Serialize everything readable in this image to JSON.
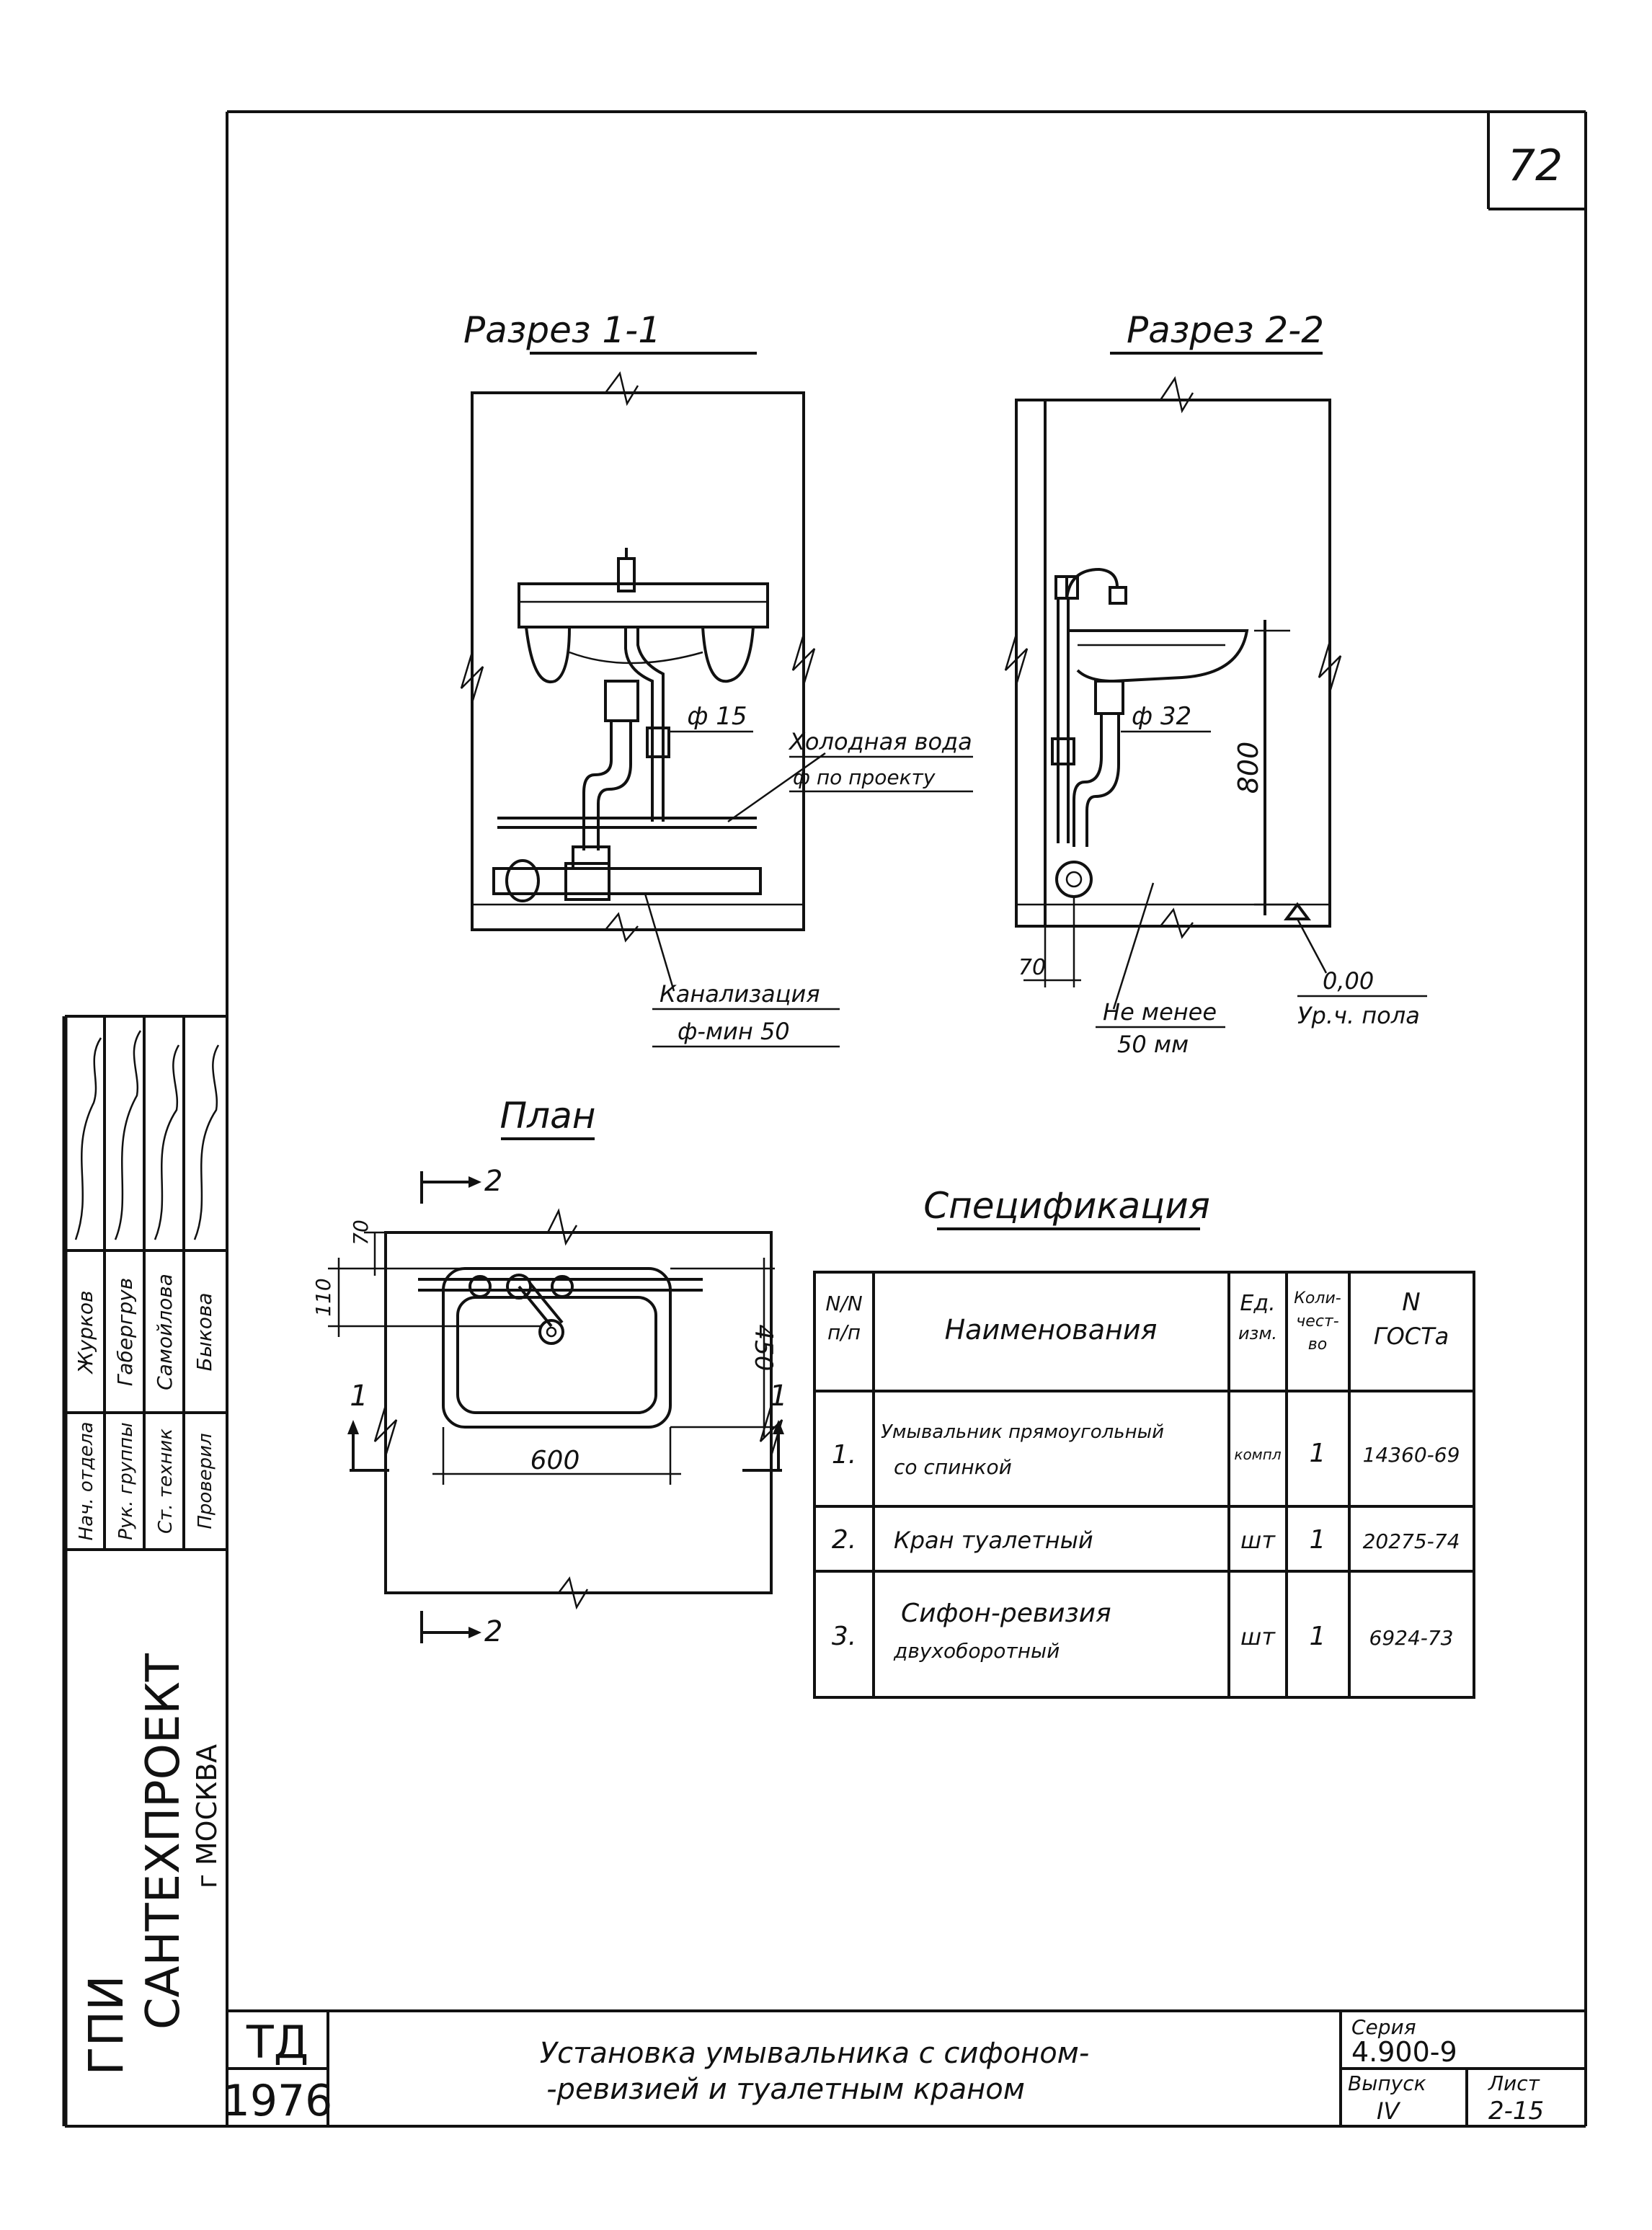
{
  "sheet": {
    "number": "72"
  },
  "section_1_1": {
    "title": "Разрез 1-1",
    "pipe_dia_label": "ф 15",
    "cold_water_label": "Холодная вода",
    "cold_water_note": "ф по проекту",
    "sewer_label": "Канализация",
    "sewer_note": "ф-мин 50"
  },
  "section_2_2": {
    "title": "Разрез 2-2",
    "siphon_dia_label": "ф 32",
    "height_dim": "800",
    "offset_dim": "70",
    "clearance_label": "Не менее",
    "clearance_value": "50 мм",
    "floor_level_value": "0,00",
    "floor_level_label": "Ур.ч. пола"
  },
  "plan": {
    "title": "План",
    "cut_mark_top": "2",
    "cut_mark_bottom": "2",
    "cut_mark_left": "1",
    "cut_mark_right": "1",
    "dim_width": "600",
    "dim_depth": "450",
    "dim_70": "70",
    "dim_110": "110"
  },
  "specification": {
    "title": "Спецификация",
    "headers": {
      "num": [
        "N/N",
        "п/п"
      ],
      "name": "Наименования",
      "unit": [
        "Ед.",
        "изм."
      ],
      "qty": [
        "Коли-",
        "чест-",
        "во"
      ],
      "gost": [
        "N",
        "ГОСТа"
      ]
    },
    "rows": [
      {
        "num": "1.",
        "name": [
          "Умывальник прямоугольный",
          "со спинкой"
        ],
        "unit": "компл",
        "qty": "1",
        "gost": "14360-69"
      },
      {
        "num": "2.",
        "name": [
          "Кран туалетный"
        ],
        "unit": "шт",
        "qty": "1",
        "gost": "20275-74"
      },
      {
        "num": "3.",
        "name": [
          "Сифон-ревизия",
          "двухоборотный"
        ],
        "unit": "шт",
        "qty": "1",
        "gost": "6924-73"
      }
    ]
  },
  "side_stamp": {
    "org_line1": "ГПИ",
    "org_line2": "САНТЕХПРОЕКТ",
    "org_line3": "г МОСКВА",
    "roles": [
      "Нач. отдела",
      "Рук. группы",
      "Ст. техник",
      "Проверил"
    ],
    "names": [
      "Журков",
      "Габергрув",
      "Самойлова",
      "Быкова"
    ]
  },
  "title_block": {
    "td": "ТД",
    "year": "1976",
    "title_line1": "Установка умывальника с сифоном-",
    "title_line2": "-ревизией и туалетным краном",
    "series_label": "Серия",
    "series_value": "4.900-9",
    "issue_label": "Выпуск",
    "issue_value": "IV",
    "sheet_label": "Лист",
    "sheet_value": "2-15"
  }
}
